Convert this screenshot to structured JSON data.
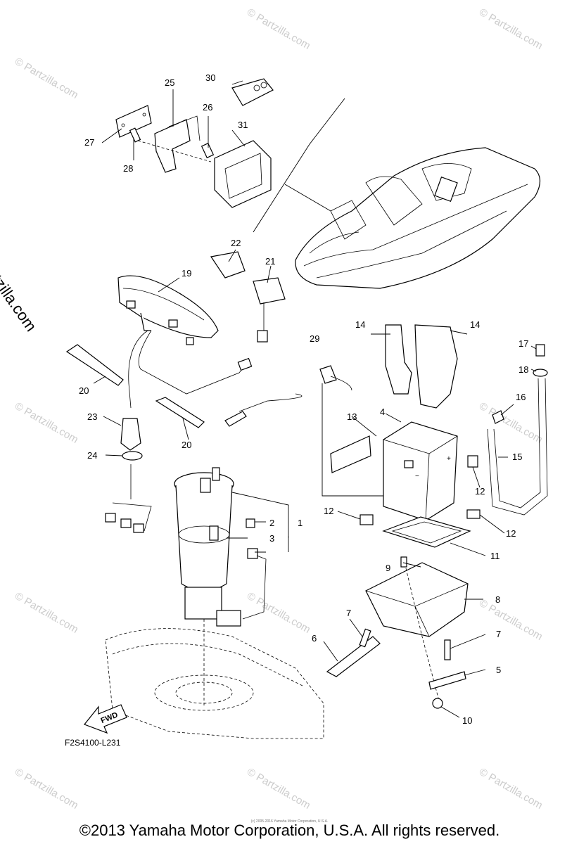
{
  "watermark": "© Partzilla.com",
  "side_watermark": "© Partzilla.com",
  "diagram_code": "F2S4100-L231",
  "fwd_label": "FWD",
  "copyright": "©2013 Yamaha Motor Corporation, U.S.A. All rights reserved.",
  "small_notice": "(c) 2005-2016 Yamaha Motor Corporation, U.S.A.",
  "callouts": {
    "c1": "1",
    "c2": "2",
    "c3": "3",
    "c4": "4",
    "c5": "5",
    "c6": "6",
    "c7a": "7",
    "c7b": "7",
    "c8": "8",
    "c9": "9",
    "c10": "10",
    "c11": "11",
    "c12a": "12",
    "c12b": "12",
    "c12c": "12",
    "c13": "13",
    "c14a": "14",
    "c14b": "14",
    "c15": "15",
    "c16": "16",
    "c17": "17",
    "c18": "18",
    "c19": "19",
    "c20a": "20",
    "c20b": "20",
    "c21": "21",
    "c22": "22",
    "c23": "23",
    "c24": "24",
    "c25": "25",
    "c26": "26",
    "c27": "27",
    "c28": "28",
    "c29": "29",
    "c30": "30",
    "c31": "31"
  }
}
